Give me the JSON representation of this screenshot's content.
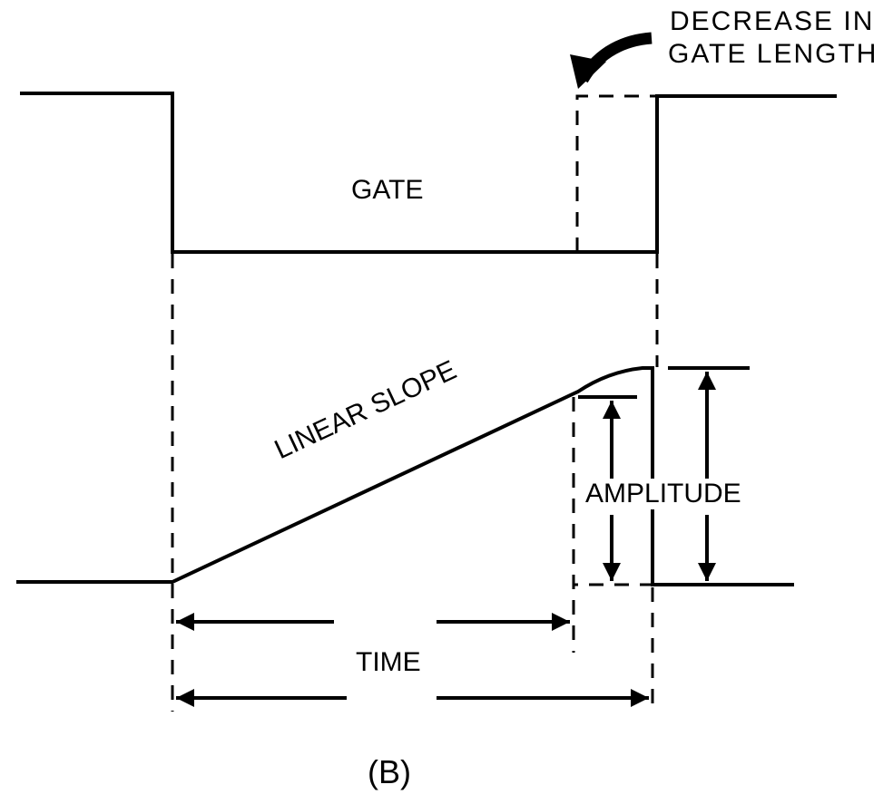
{
  "labels": {
    "gate": "GATE",
    "linear_slope": "LINEAR SLOPE",
    "amplitude": "AMPLITUDE",
    "time": "TIME",
    "caption": "(B)",
    "note_line1": "DECREASE IN",
    "note_line2": "GATE LENGTH"
  },
  "colors": {
    "ink": "#000000",
    "background": "#ffffff"
  }
}
